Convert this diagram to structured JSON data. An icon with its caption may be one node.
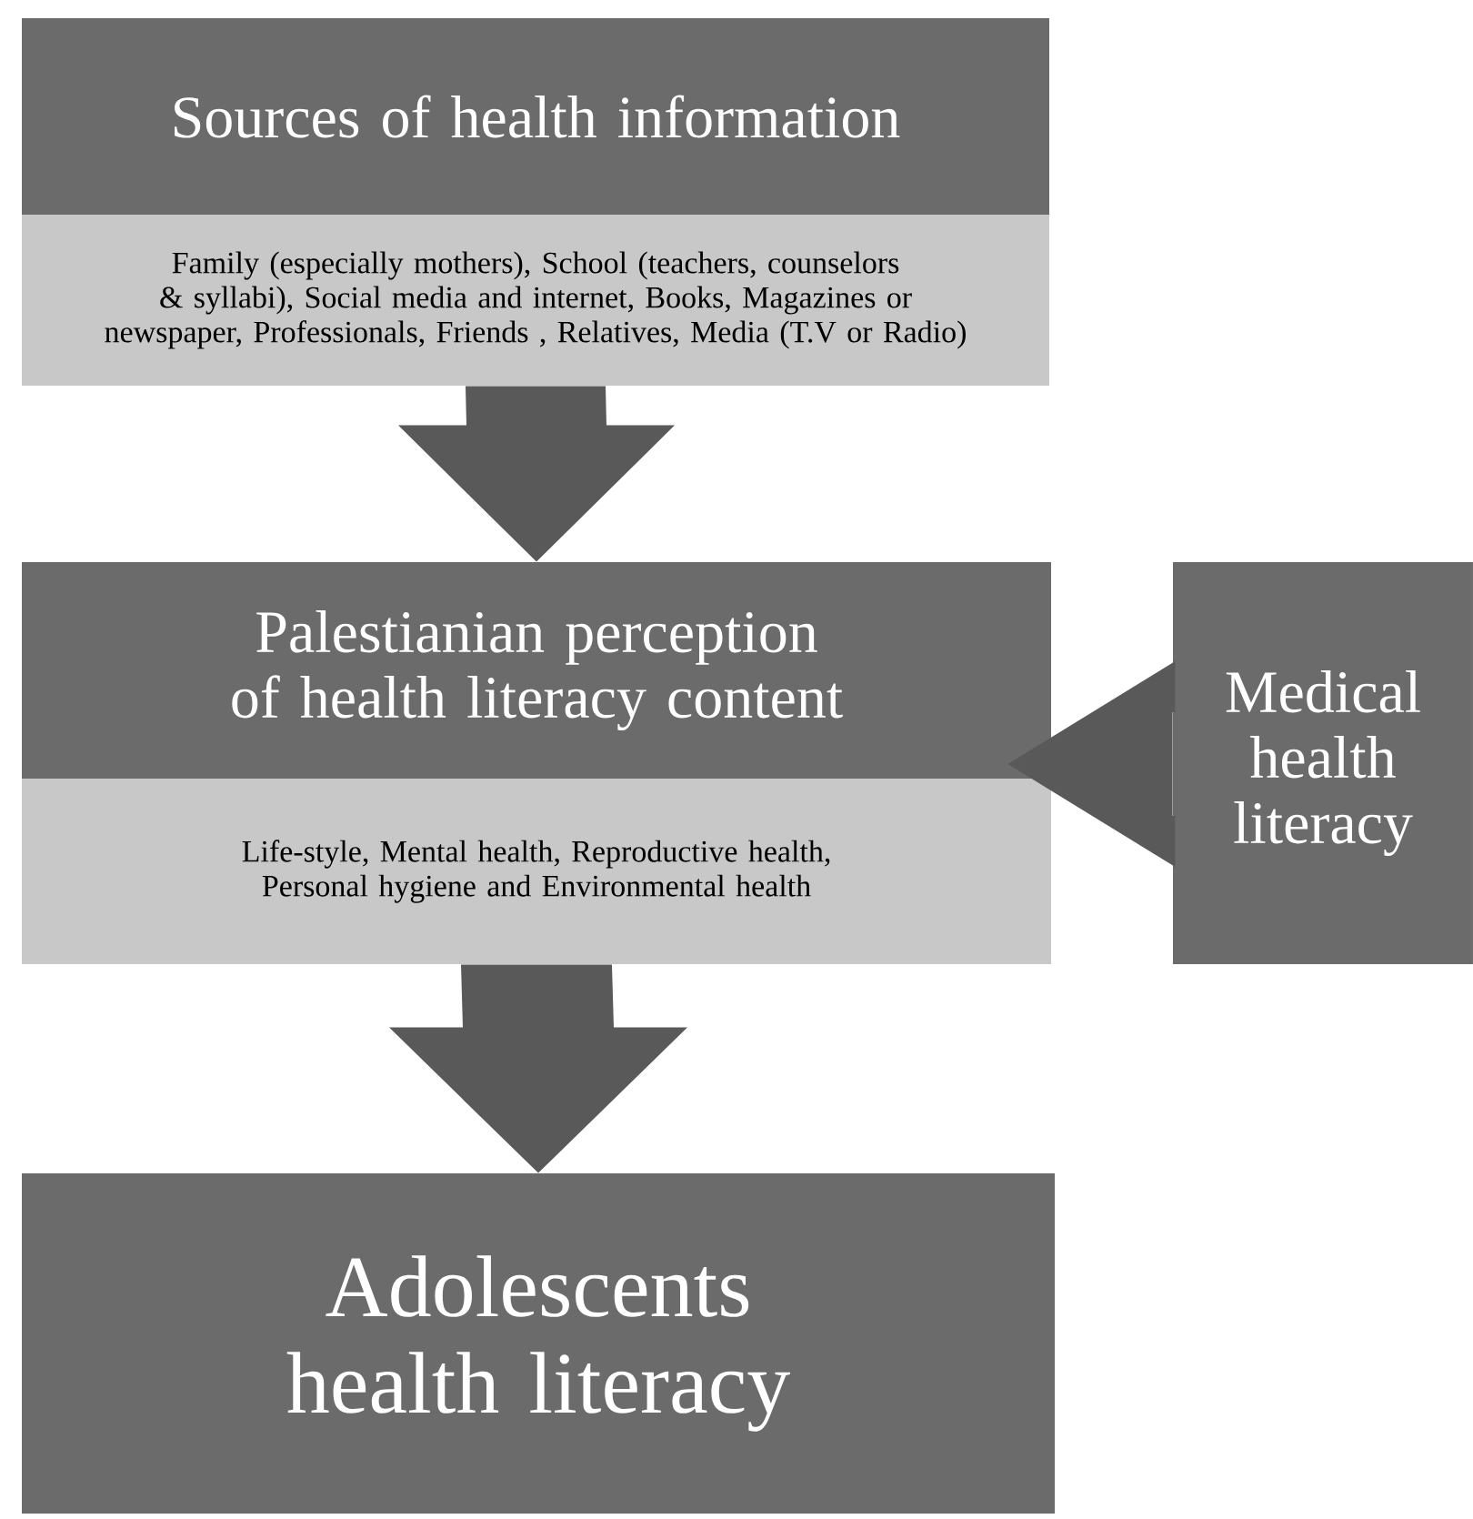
{
  "diagram": {
    "nodes": [
      {
        "text": [
          "Sources of health information",
          "Family (especially mothers), School (teachers, counselors & syllabi), Social media and internet, Books, Magazines or newspaper, Professionals, Friends , Relatives, Media (T.V or Radio)"
        ]
      },
      {
        "text": [
          "Palestianian perception of health literacy content",
          "Life-style, Mental health, Reproductive health, Personal hygiene and Environmental health"
        ]
      },
      {
        "text": [
          "Adolescents health literacy"
        ]
      },
      {
        "text": [
          "Medical health literacy"
        ]
      }
    ],
    "edges": [
      {
        "from": 0,
        "to": 1,
        "arrow": "to"
      },
      {
        "from": 1,
        "to": 2,
        "arrow": "to"
      },
      {
        "from": 3,
        "to": 1,
        "arrow": "to"
      }
    ]
  }
}
